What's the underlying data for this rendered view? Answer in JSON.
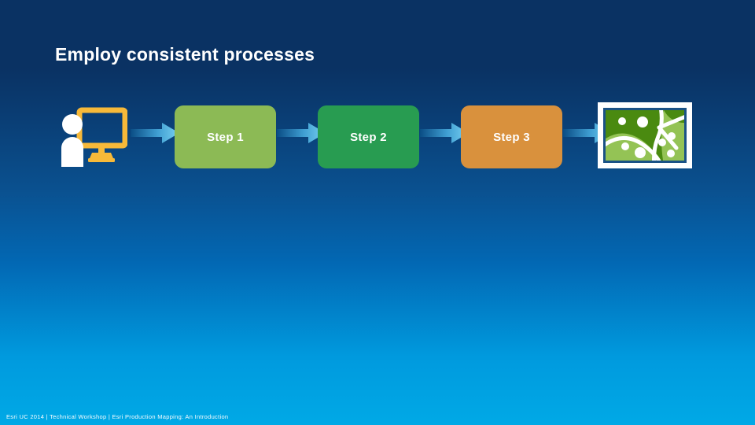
{
  "slide": {
    "title": "Employ consistent processes",
    "footer": "Esri UC 2014 | Technical Workshop |  Esri Production Mapping: An Introduction",
    "background": {
      "top_color": "#0a3263",
      "bottom_color": "#00a9e6"
    }
  },
  "flow": {
    "start_icon": {
      "name": "user-at-computer-icon",
      "person_color": "#ffffff",
      "monitor_color": "#f7b939"
    },
    "arrows": [
      {
        "name": "arrow-1",
        "from_color": "#0a5a96",
        "to_color": "#66c8f0"
      },
      {
        "name": "arrow-2",
        "from_color": "#0a5a96",
        "to_color": "#66c8f0"
      },
      {
        "name": "arrow-3",
        "from_color": "#0a5a96",
        "to_color": "#66c8f0"
      },
      {
        "name": "arrow-4",
        "from_color": "#0a5a96",
        "to_color": "#66c8f0"
      }
    ],
    "steps": [
      {
        "label": "Step 1",
        "color": "#8cba55"
      },
      {
        "label": "Step 2",
        "color": "#289c51"
      },
      {
        "label": "Step 3",
        "color": "#d9913d"
      }
    ],
    "end_icon": {
      "name": "map-thumbnail-icon",
      "frame_color": "#ffffff",
      "border_color": "#1a5286",
      "land_dark": "#4a8a10",
      "land_light": "#94c355",
      "roads_color": "#ffffff"
    }
  }
}
